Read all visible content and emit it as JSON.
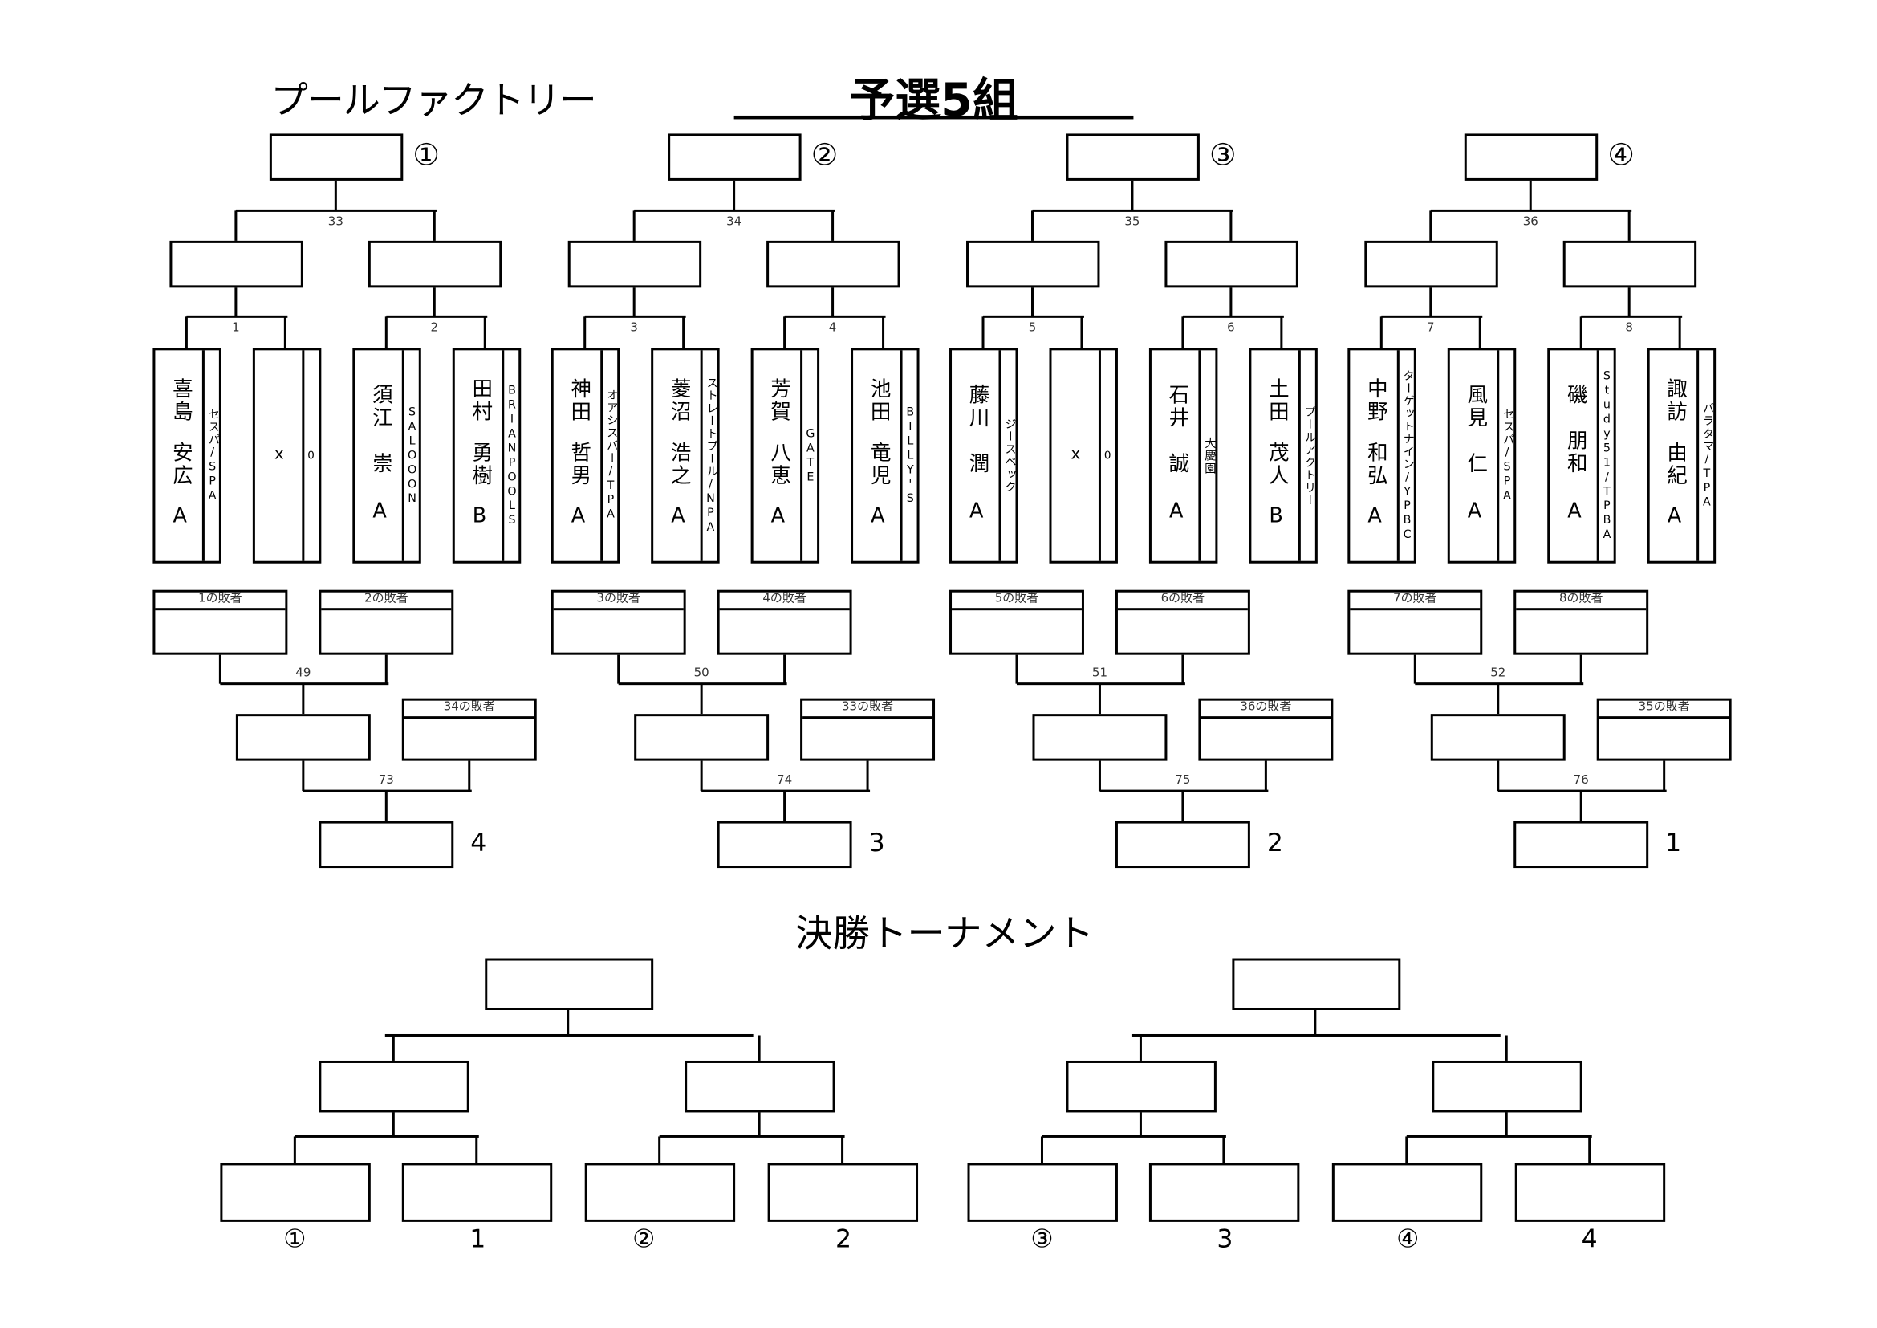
{
  "header": {
    "venue": "プールファクトリー",
    "title": "予選5組"
  },
  "groups": [
    {
      "seed_mark": "①",
      "top_match": "33",
      "pair_matches": [
        "1",
        "2"
      ],
      "players": [
        {
          "surname": "喜島",
          "given": "安広",
          "class": "A",
          "club": "セスパ/SPA"
        },
        {
          "surname": "",
          "given": "x",
          "class": "",
          "club": "0",
          "bye": true
        },
        {
          "surname": "須江",
          "given": "崇",
          "class": "A",
          "club": "SALOOON"
        },
        {
          "surname": "田村",
          "given": "勇樹",
          "class": "B",
          "club": "BRIANPOOLS"
        }
      ],
      "loser_labels": [
        "1の敗者",
        "2の敗者"
      ],
      "loser_match": "49",
      "cross_loser_label": "34の敗者",
      "final_match": "73",
      "rank": "4"
    },
    {
      "seed_mark": "②",
      "top_match": "34",
      "pair_matches": [
        "3",
        "4"
      ],
      "players": [
        {
          "surname": "神田",
          "given": "哲男",
          "class": "A",
          "club": "オアシスバー/TPA"
        },
        {
          "surname": "菱沼",
          "given": "浩之",
          "class": "A",
          "club": "ストレートプール/NPA"
        },
        {
          "surname": "芳賀",
          "given": "八恵",
          "class": "A",
          "club": "GATE"
        },
        {
          "surname": "池田",
          "given": "竜児",
          "class": "A",
          "club": "BILLY'S"
        }
      ],
      "loser_labels": [
        "3の敗者",
        "4の敗者"
      ],
      "loser_match": "50",
      "cross_loser_label": "33の敗者",
      "final_match": "74",
      "rank": "3"
    },
    {
      "seed_mark": "③",
      "top_match": "35",
      "pair_matches": [
        "5",
        "6"
      ],
      "players": [
        {
          "surname": "藤川",
          "given": "潤",
          "class": "A",
          "club": "ジースペック"
        },
        {
          "surname": "",
          "given": "x",
          "class": "",
          "club": "0",
          "bye": true
        },
        {
          "surname": "石井",
          "given": "誠",
          "class": "A",
          "club": "大慶園"
        },
        {
          "surname": "土田",
          "given": "茂人",
          "class": "B",
          "club": "プールアクトリー"
        }
      ],
      "loser_labels": [
        "5の敗者",
        "6の敗者"
      ],
      "loser_match": "51",
      "cross_loser_label": "36の敗者",
      "final_match": "75",
      "rank": "2"
    },
    {
      "seed_mark": "④",
      "top_match": "36",
      "pair_matches": [
        "7",
        "8"
      ],
      "players": [
        {
          "surname": "中野",
          "given": "和弘",
          "class": "A",
          "club": "ターゲットナイン/YPBC"
        },
        {
          "surname": "風見",
          "given": "仁",
          "class": "A",
          "club": "セスパ/SPA"
        },
        {
          "surname": "磯",
          "given": "朋和",
          "class": "A",
          "club": "Study51/TPBA"
        },
        {
          "surname": "諏訪",
          "given": "由紀",
          "class": "A",
          "club": "パラタマ/TPA"
        }
      ],
      "loser_labels": [
        "7の敗者",
        "8の敗者"
      ],
      "loser_match": "52",
      "cross_loser_label": "35の敗者",
      "final_match": "76",
      "rank": "1"
    }
  ],
  "finals": {
    "title": "決勝トーナメント",
    "slot_labels": [
      "①",
      "1",
      "②",
      "2",
      "③",
      "3",
      "④",
      "4"
    ]
  }
}
